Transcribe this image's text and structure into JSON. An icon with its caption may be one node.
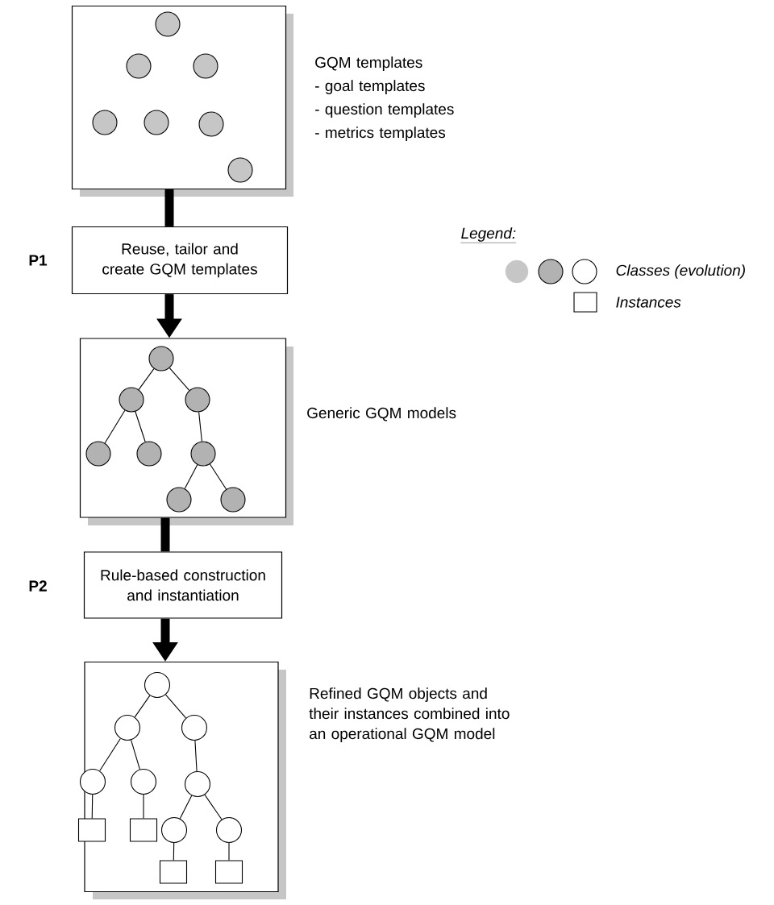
{
  "diagram": {
    "nodes": [
      {
        "text": [],
        "shape": "box",
        "beside": [
          "GQM templates",
          "- goal templates",
          "- question templates",
          "- metrics templates"
        ]
      },
      {
        "text": [],
        "shape": "circle",
        "in": 0
      },
      {
        "text": [],
        "shape": "circle",
        "in": 0
      },
      {
        "text": [],
        "shape": "circle",
        "in": 0
      },
      {
        "text": [],
        "shape": "circle",
        "in": 0
      },
      {
        "text": [],
        "shape": "circle",
        "in": 0
      },
      {
        "text": [],
        "shape": "circle",
        "in": 0
      },
      {
        "text": [],
        "shape": "circle",
        "in": 0
      },
      {
        "text": [
          "Reuse, tailor and create GQM templates"
        ],
        "beside": [
          "P1"
        ]
      },
      {
        "text": [],
        "shape": "box",
        "beside": [
          "Generic GQM models"
        ]
      },
      {
        "text": [],
        "shape": "circle",
        "in": 9
      },
      {
        "text": [],
        "shape": "circle",
        "in": 9
      },
      {
        "text": [],
        "shape": "circle",
        "in": 9
      },
      {
        "text": [],
        "shape": "circle",
        "in": 9
      },
      {
        "text": [],
        "shape": "circle",
        "in": 9
      },
      {
        "text": [],
        "shape": "circle",
        "in": 9
      },
      {
        "text": [],
        "shape": "circle",
        "in": 9
      },
      {
        "text": [],
        "shape": "circle",
        "in": 9
      },
      {
        "text": [
          "Rule-based construction and instantiation"
        ],
        "beside": [
          "P2"
        ]
      },
      {
        "text": [],
        "shape": "box",
        "beside": [
          "Refined GQM objects and their instances combined into an operational GQM model"
        ]
      },
      {
        "text": [],
        "shape": "circle",
        "in": 19
      },
      {
        "text": [],
        "shape": "circle",
        "in": 19
      },
      {
        "text": [],
        "shape": "circle",
        "in": 19
      },
      {
        "text": [],
        "shape": "circle",
        "in": 19
      },
      {
        "text": [],
        "shape": "circle",
        "in": 19
      },
      {
        "text": [],
        "shape": "circle",
        "in": 19
      },
      {
        "text": [],
        "shape": "circle",
        "in": 19
      },
      {
        "text": [],
        "shape": "circle",
        "in": 19
      },
      {
        "text": [],
        "shape": "box",
        "in": 19
      },
      {
        "text": [],
        "shape": "box",
        "in": 19
      },
      {
        "text": [],
        "shape": "box",
        "in": 19
      },
      {
        "text": [],
        "shape": "box",
        "in": 19
      }
    ],
    "edges": [
      {
        "from": 0,
        "to": 8,
        "arrow": "none",
        "style": "thick"
      },
      {
        "from": 8,
        "to": 9,
        "arrow": "to",
        "style": "thick"
      },
      {
        "from": 9,
        "to": 18,
        "arrow": "none",
        "style": "thick"
      },
      {
        "from": 18,
        "to": 19,
        "arrow": "to",
        "style": "thick"
      },
      {
        "from": 10,
        "to": 11,
        "arrow": "none"
      },
      {
        "from": 10,
        "to": 12,
        "arrow": "none"
      },
      {
        "from": 11,
        "to": 13,
        "arrow": "none"
      },
      {
        "from": 11,
        "to": 14,
        "arrow": "none"
      },
      {
        "from": 12,
        "to": 15,
        "arrow": "none"
      },
      {
        "from": 15,
        "to": 16,
        "arrow": "none"
      },
      {
        "from": 15,
        "to": 17,
        "arrow": "none"
      },
      {
        "from": 20,
        "to": 21,
        "arrow": "none"
      },
      {
        "from": 20,
        "to": 22,
        "arrow": "none"
      },
      {
        "from": 21,
        "to": 23,
        "arrow": "none"
      },
      {
        "from": 21,
        "to": 24,
        "arrow": "none"
      },
      {
        "from": 22,
        "to": 25,
        "arrow": "none"
      },
      {
        "from": 25,
        "to": 26,
        "arrow": "none"
      },
      {
        "from": 25,
        "to": 27,
        "arrow": "none"
      },
      {
        "from": 23,
        "to": 28,
        "arrow": "none"
      },
      {
        "from": 24,
        "to": 29,
        "arrow": "none"
      },
      {
        "from": 26,
        "to": 30,
        "arrow": "none"
      },
      {
        "from": 27,
        "to": 31,
        "arrow": "none"
      }
    ],
    "labels": [
      "Legend:"
    ],
    "legend": [
      {
        "text": "Classes (evolution)"
      },
      {
        "text": "Instances"
      }
    ]
  }
}
